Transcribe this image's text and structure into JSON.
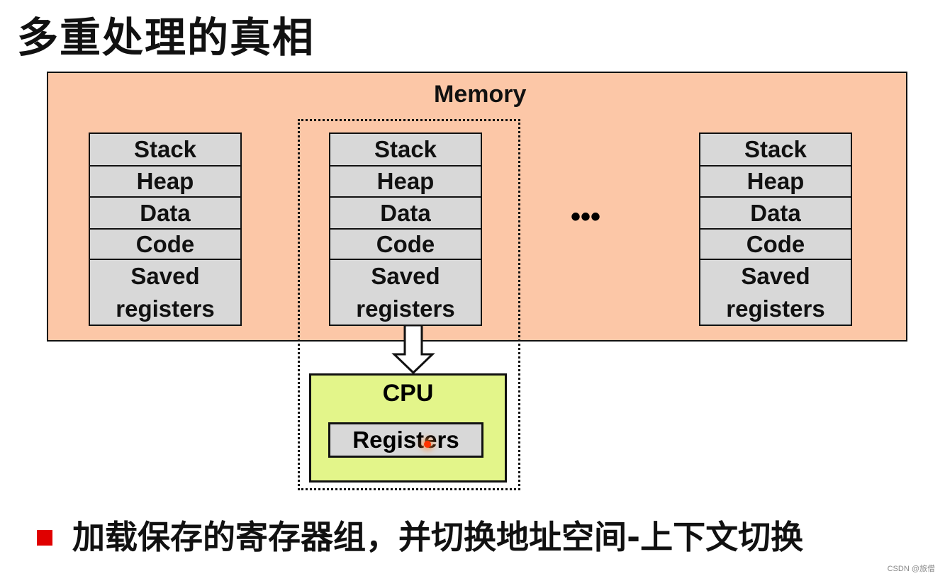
{
  "title": "多重处理的真相",
  "memory_label": "Memory",
  "processes": [
    {
      "rows": [
        "Stack",
        "Heap",
        "Data",
        "Code"
      ],
      "saved_line1": "Saved",
      "saved_line2": "registers"
    },
    {
      "rows": [
        "Stack",
        "Heap",
        "Data",
        "Code"
      ],
      "saved_line1": "Saved",
      "saved_line2": "registers"
    },
    {
      "rows": [
        "Stack",
        "Heap",
        "Data",
        "Code"
      ],
      "saved_line1": "Saved",
      "saved_line2": "registers"
    }
  ],
  "ellipsis": "•••",
  "cpu_label": "CPU",
  "cpu_registers": "Registers",
  "bullet_text": "加载保存的寄存器组，并切换地址空间-上下文切换",
  "watermark": "CSDN @旅僧",
  "colors": {
    "memory": "#fcc7a7",
    "cpu": "#e3f58a",
    "box": "#d8d8d8",
    "bullet": "#e00000"
  }
}
